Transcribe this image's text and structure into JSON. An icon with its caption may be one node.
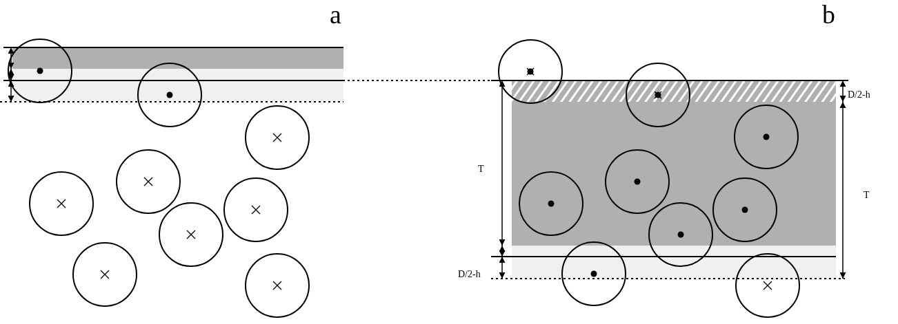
{
  "diagram": {
    "labels": [
      "a",
      "b",
      "D/2-h",
      "T",
      "T",
      "D/2-h"
    ]
  }
}
